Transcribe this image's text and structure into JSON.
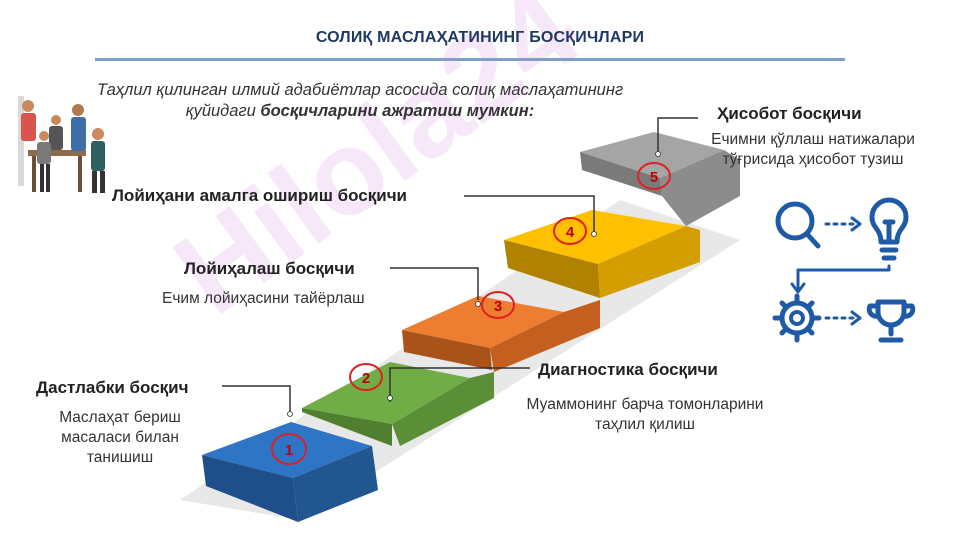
{
  "title": "СОЛИҚ МАСЛАҲАТИНИНГ БОСҚИЧЛАРИ",
  "intro": {
    "line1": "Таҳлил қилинган илмий адабиётлар асосида солиқ маслаҳатининг",
    "line2_plain": "қуйидаги ",
    "line2_bold": "босқичларини ажратиш мумкин:"
  },
  "watermark": "Hilola24",
  "colors": {
    "title": "#1f3864",
    "rule": "#7f9fc9",
    "step1": "#2e75c6",
    "step2": "#70ad47",
    "step3": "#ed7d31",
    "step4": "#ffc000",
    "step5": "#a5a5a5",
    "icons": "#1f5aa6",
    "circle": "#e02020",
    "watermark": "#c24fd9"
  },
  "steps": [
    {
      "number": "1",
      "title": "Дастлабки босқич",
      "desc": [
        "Маслаҳат бериш",
        "масаласи билан",
        "танишиш"
      ]
    },
    {
      "number": "2",
      "title": "Диагностика босқичи",
      "desc": [
        "Муаммонинг барча томонларини",
        "таҳлил қилиш"
      ]
    },
    {
      "number": "3",
      "title": "Лойиҳалаш босқичи",
      "desc": [
        "Ечим лойиҳасини тайёрлаш"
      ]
    },
    {
      "number": "4",
      "title": "Лойиҳани амалга ошириш босқичи",
      "desc": []
    },
    {
      "number": "5",
      "title": "Ҳисобот босқичи",
      "desc": [
        "Ечимни қўллаш натижалари",
        "тўғрисида ҳисобот тузиш"
      ]
    }
  ],
  "icons": [
    "search-icon",
    "lightbulb-icon",
    "gear-icon",
    "trophy-icon",
    "arrow-right-icon",
    "arrow-down-left-icon"
  ]
}
